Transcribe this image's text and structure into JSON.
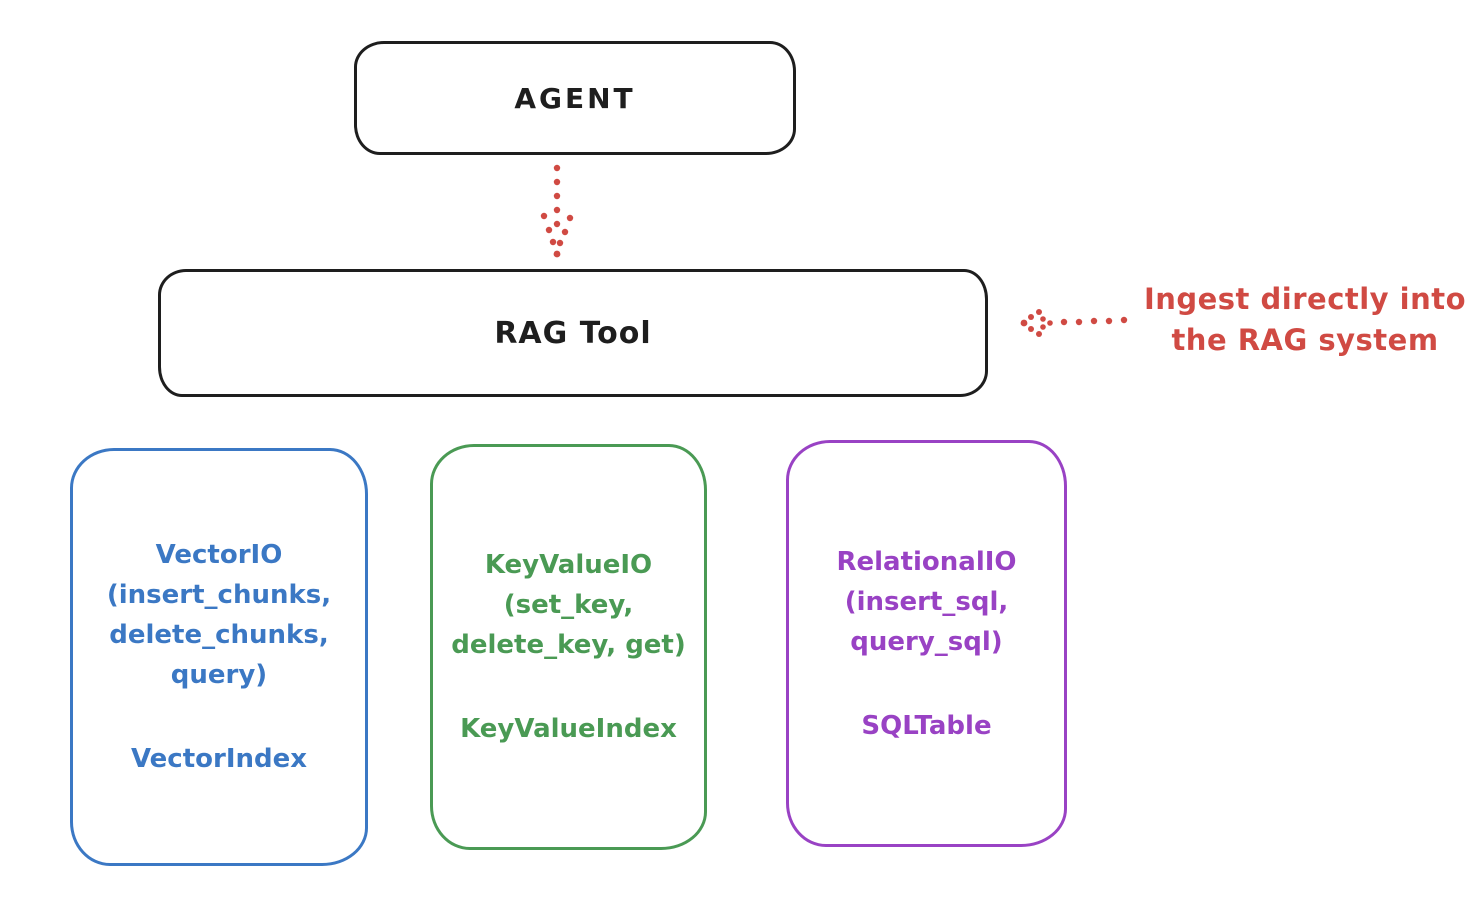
{
  "agent_box": {
    "label": "AGENT",
    "border_color": "#1e1e1e"
  },
  "rag_box": {
    "label": "RAG Tool",
    "border_color": "#1e1e1e"
  },
  "flow_arrow": {
    "style": "dotted",
    "direction": "down",
    "color": "#d04a43"
  },
  "annotation": {
    "line1": "Ingest directly into",
    "line2": "the RAG system",
    "color": "#d04a43",
    "arrow_style": "dotted",
    "arrow_direction": "left"
  },
  "cards": [
    {
      "id": "vector-io",
      "signature": "VectorIO\n(insert_chunks,\ndelete_chunks,\nquery)",
      "index_label": "VectorIndex",
      "color": "#3b78c4"
    },
    {
      "id": "keyvalue-io",
      "signature": "KeyValueIO\n(set_key,\ndelete_key, get)",
      "index_label": "KeyValueIndex",
      "color": "#4a9a54"
    },
    {
      "id": "relational-io",
      "signature": "RelationalIO\n(insert_sql,\nquery_sql)",
      "index_label": "SQLTable",
      "color": "#9942c4"
    }
  ]
}
